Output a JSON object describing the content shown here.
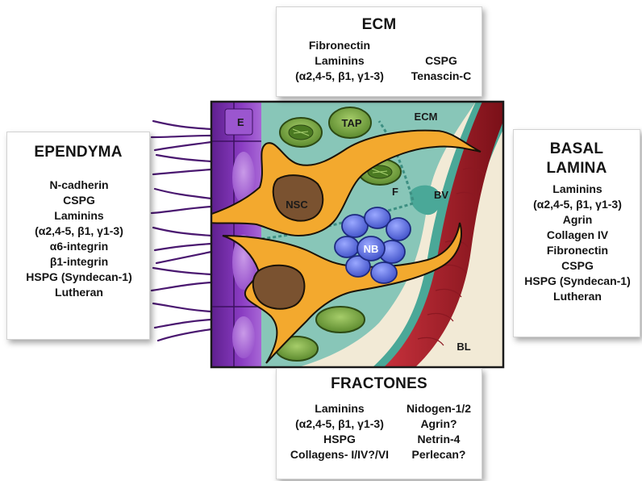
{
  "ecm": {
    "title": "ECM",
    "col1": [
      "Fibronectin",
      "Laminins",
      "(α2,4-5, β1, γ1-3)"
    ],
    "col2": [
      "CSPG",
      "Tenascin-C"
    ]
  },
  "ependyma": {
    "title": "EPENDYMA",
    "items": [
      "N-cadherin",
      "CSPG",
      "Laminins",
      "(α2,4-5, β1, γ1-3)",
      "α6-integrin",
      "β1-integrin",
      "HSPG (Syndecan-1)",
      "Lutheran"
    ]
  },
  "basal_lamina": {
    "title_lines": [
      "BASAL",
      "LAMINA"
    ],
    "items": [
      "Laminins",
      "(α2,4-5, β1, γ1-3)",
      "Agrin",
      "Collagen IV",
      "Fibronectin",
      "CSPG",
      "HSPG (Syndecan-1)",
      "Lutheran"
    ]
  },
  "fractones": {
    "title": "FRACTONES",
    "col1": [
      "Laminins",
      "(α2,4-5, β1, γ1-3)",
      "HSPG",
      "Collagens- I/IV?/VI"
    ],
    "col2": [
      "Nidogen-1/2",
      "Agrin?",
      "Netrin-4",
      "Perlecan?"
    ]
  },
  "diagram_labels": {
    "e": "E",
    "tap": "TAP",
    "ecm": "ECM",
    "nsc": "NSC",
    "f": "F",
    "bv": "BV",
    "nb": "NB",
    "bl": "BL"
  },
  "colors": {
    "ependyma_purple": "#8a3cc2",
    "ecm_teal": "#88c6b8",
    "nsc_orange": "#f3a92e",
    "nucleus_brown": "#7a5230",
    "tap_green": "#7fae4a",
    "nb_blue": "#5a6ee0",
    "blood_vessel_red": "#b5202c",
    "basal_lamina": "#4aa898",
    "tissue_cream": "#f2ead6"
  }
}
